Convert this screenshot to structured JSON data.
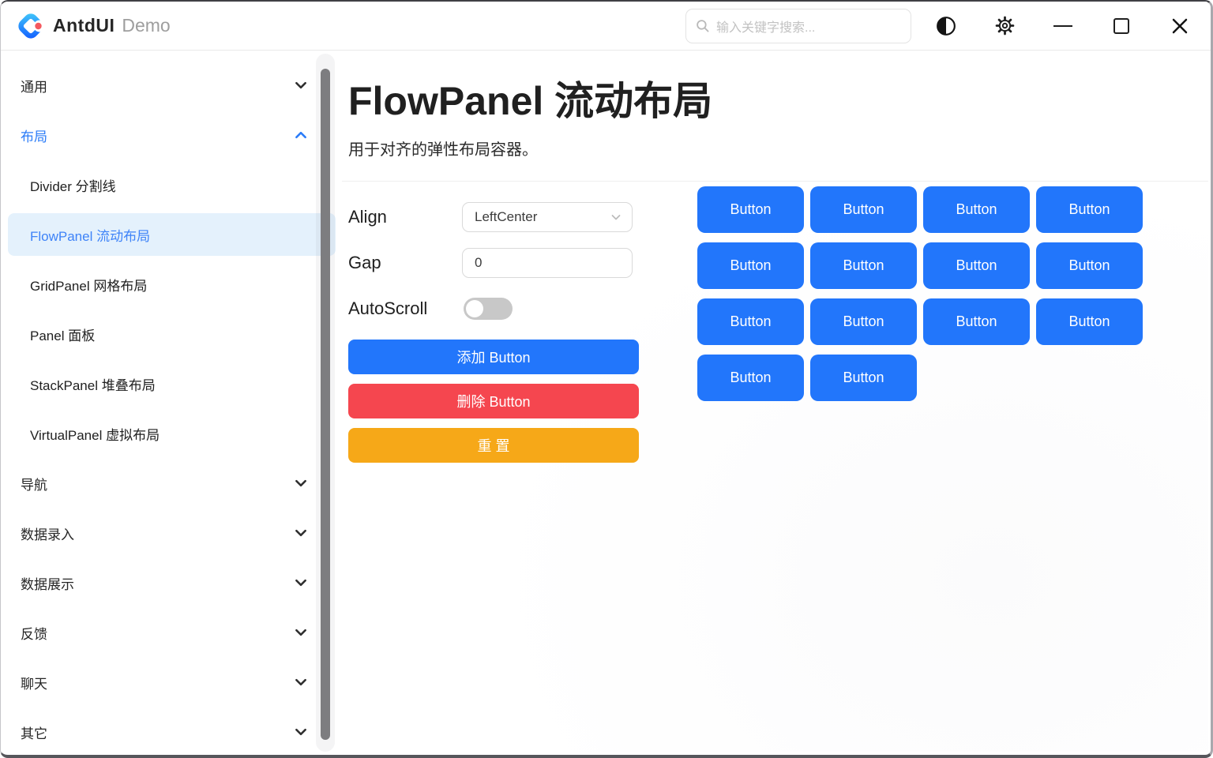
{
  "window": {
    "title_primary": "AntdUI",
    "title_secondary": "Demo"
  },
  "topbar": {
    "search_placeholder": "输入关键字搜索...",
    "icons": [
      "search-icon",
      "theme-contrast-icon",
      "settings-gear-icon",
      "minimize-icon",
      "maximize-icon",
      "close-icon"
    ]
  },
  "sidebar": {
    "items": [
      {
        "name": "sidebar-group-general",
        "label": "通用",
        "type": "group",
        "state": "collapsed"
      },
      {
        "name": "sidebar-group-layout",
        "label": "布局",
        "type": "group",
        "state": "expanded"
      },
      {
        "name": "sidebar-item-divider",
        "label": "Divider 分割线",
        "type": "child",
        "active": false
      },
      {
        "name": "sidebar-item-flowpanel",
        "label": "FlowPanel 流动布局",
        "type": "child",
        "active": true
      },
      {
        "name": "sidebar-item-gridpanel",
        "label": "GridPanel 网格布局",
        "type": "child",
        "active": false
      },
      {
        "name": "sidebar-item-panel",
        "label": "Panel 面板",
        "type": "child",
        "active": false
      },
      {
        "name": "sidebar-item-stackpanel",
        "label": "StackPanel 堆叠布局",
        "type": "child",
        "active": false
      },
      {
        "name": "sidebar-item-virtualpanel",
        "label": "VirtualPanel 虚拟布局",
        "type": "child",
        "active": false
      },
      {
        "name": "sidebar-group-navigation",
        "label": "导航",
        "type": "group",
        "state": "collapsed"
      },
      {
        "name": "sidebar-group-data-entry",
        "label": "数据录入",
        "type": "group",
        "state": "collapsed"
      },
      {
        "name": "sidebar-group-data-display",
        "label": "数据展示",
        "type": "group",
        "state": "collapsed"
      },
      {
        "name": "sidebar-group-feedback",
        "label": "反馈",
        "type": "group",
        "state": "collapsed"
      },
      {
        "name": "sidebar-group-chat",
        "label": "聊天",
        "type": "group",
        "state": "collapsed"
      },
      {
        "name": "sidebar-group-other",
        "label": "其它",
        "type": "group",
        "state": "collapsed"
      }
    ]
  },
  "page": {
    "title": "FlowPanel 流动布局",
    "subtitle": "用于对齐的弹性布局容器。"
  },
  "controls": {
    "align_label": "Align",
    "align_value": "LeftCenter",
    "gap_label": "Gap",
    "gap_value": "0",
    "autoscroll_label": "AutoScroll",
    "autoscroll_on": false
  },
  "actions": [
    {
      "name": "add-button-action",
      "label": "添加 Button",
      "color": "#2276FB"
    },
    {
      "name": "delete-button-action",
      "label": "删除 Button",
      "color": "#F5464F"
    },
    {
      "name": "reset-button-action",
      "label": "重 置",
      "color": "#F6A818"
    }
  ],
  "flow_panel": {
    "button_label": "Button",
    "button_count": 14,
    "button_color": "#2276FB"
  },
  "colors": {
    "primary": "#2276FB",
    "danger": "#F5464F",
    "warning": "#F6A818",
    "sidebar_active_bg": "#E4F1FC",
    "sidebar_active_text": "#3E83F8",
    "sidebar_group_open_text": "#2B7CF8"
  }
}
